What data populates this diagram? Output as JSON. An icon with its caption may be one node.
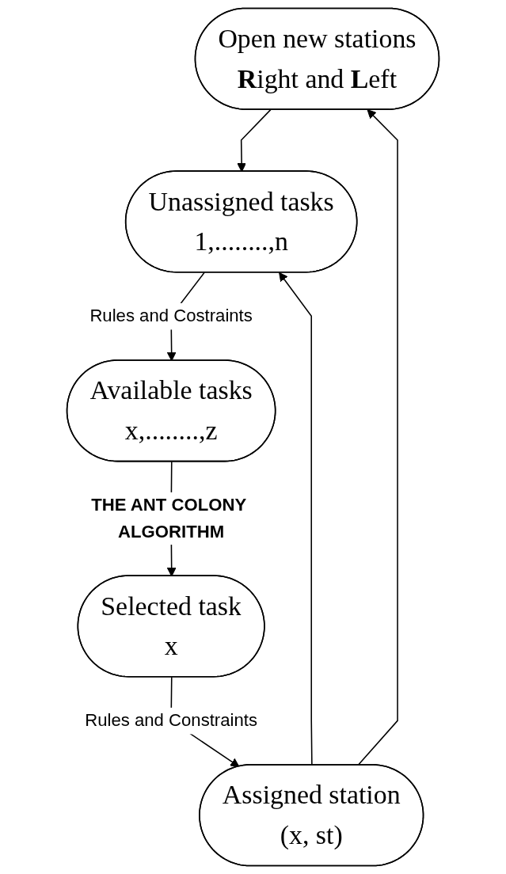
{
  "diagram": {
    "nodes": [
      {
        "text": [
          "Open new stations",
          "**R**ight and **L**eft"
        ]
      },
      {
        "text": [
          "Unassigned tasks",
          "1,........,n"
        ]
      },
      {
        "text": [
          "Available tasks",
          "x,........,z"
        ]
      },
      {
        "text": [
          "Selected task",
          "x"
        ]
      },
      {
        "text": [
          "Assigned station",
          "(x, st)"
        ]
      }
    ],
    "edges": [
      {
        "from": 0,
        "to": 1,
        "arrow": "to"
      },
      {
        "from": 1,
        "to": 2,
        "arrow": "to",
        "label": "Rules and Costraints"
      },
      {
        "from": 2,
        "to": 3,
        "arrow": "to",
        "label": "THE ANT COLONY ALGORITHM"
      },
      {
        "from": 3,
        "to": 4,
        "arrow": "to",
        "label": "Rules and Constraints"
      },
      {
        "from": 4,
        "to": 1,
        "arrow": "to"
      },
      {
        "from": 4,
        "to": 0,
        "arrow": "to"
      }
    ]
  }
}
